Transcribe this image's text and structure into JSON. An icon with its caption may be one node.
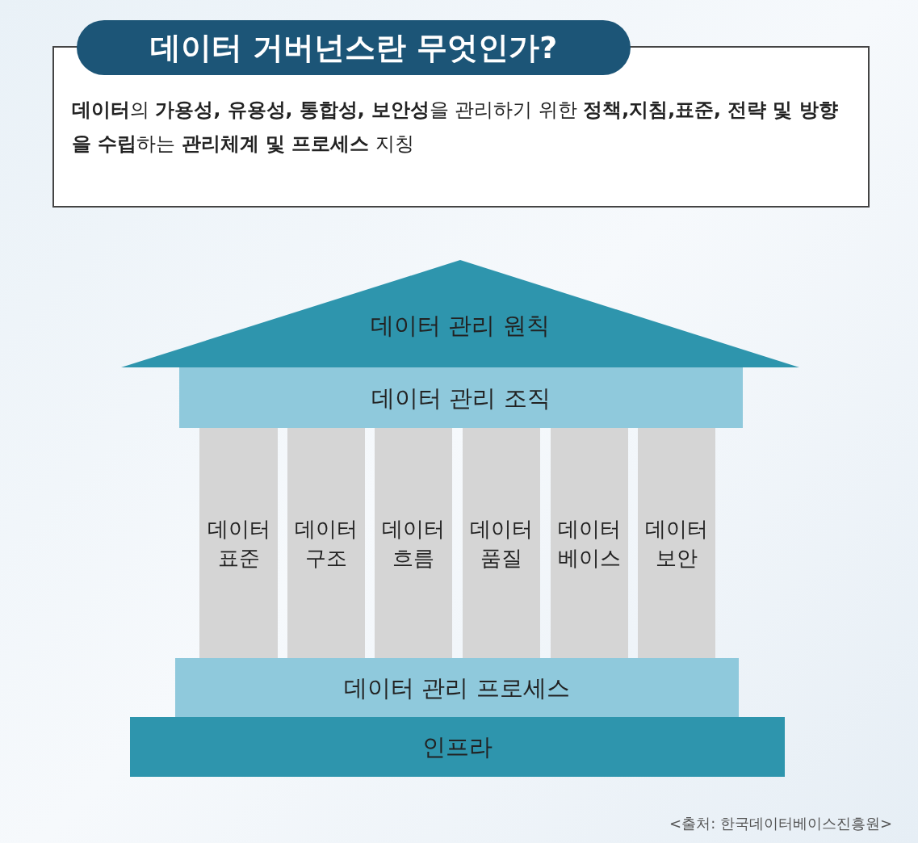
{
  "diagram": {
    "title": "데이터 거버넌스란 무엇인가?",
    "nodes": [
      {
        "text": [
          "**데이터**의 **가용성, 유용성, 통합성, 보안성**을 관리하기 위한 **정책,지침,표준, 전략 및 방향을 수립**하는 **관리체계 및 프로세스** 지칭"
        ]
      },
      {
        "text": [
          "데이터 관리 원칙"
        ]
      },
      {
        "text": [
          "데이터 관리 조직"
        ]
      },
      {
        "text": [
          "데이터 표준"
        ]
      },
      {
        "text": [
          "데이터 구조"
        ]
      },
      {
        "text": [
          "데이터 흐름"
        ]
      },
      {
        "text": [
          "데이터 품질"
        ]
      },
      {
        "text": [
          "데이터 베이스"
        ]
      },
      {
        "text": [
          "데이터 보안"
        ]
      },
      {
        "text": [
          "데이터 관리 프로세스"
        ]
      },
      {
        "text": [
          "인프라"
        ]
      }
    ],
    "labels": [
      "<출처: 한국데이터베이스진흥원>"
    ]
  }
}
